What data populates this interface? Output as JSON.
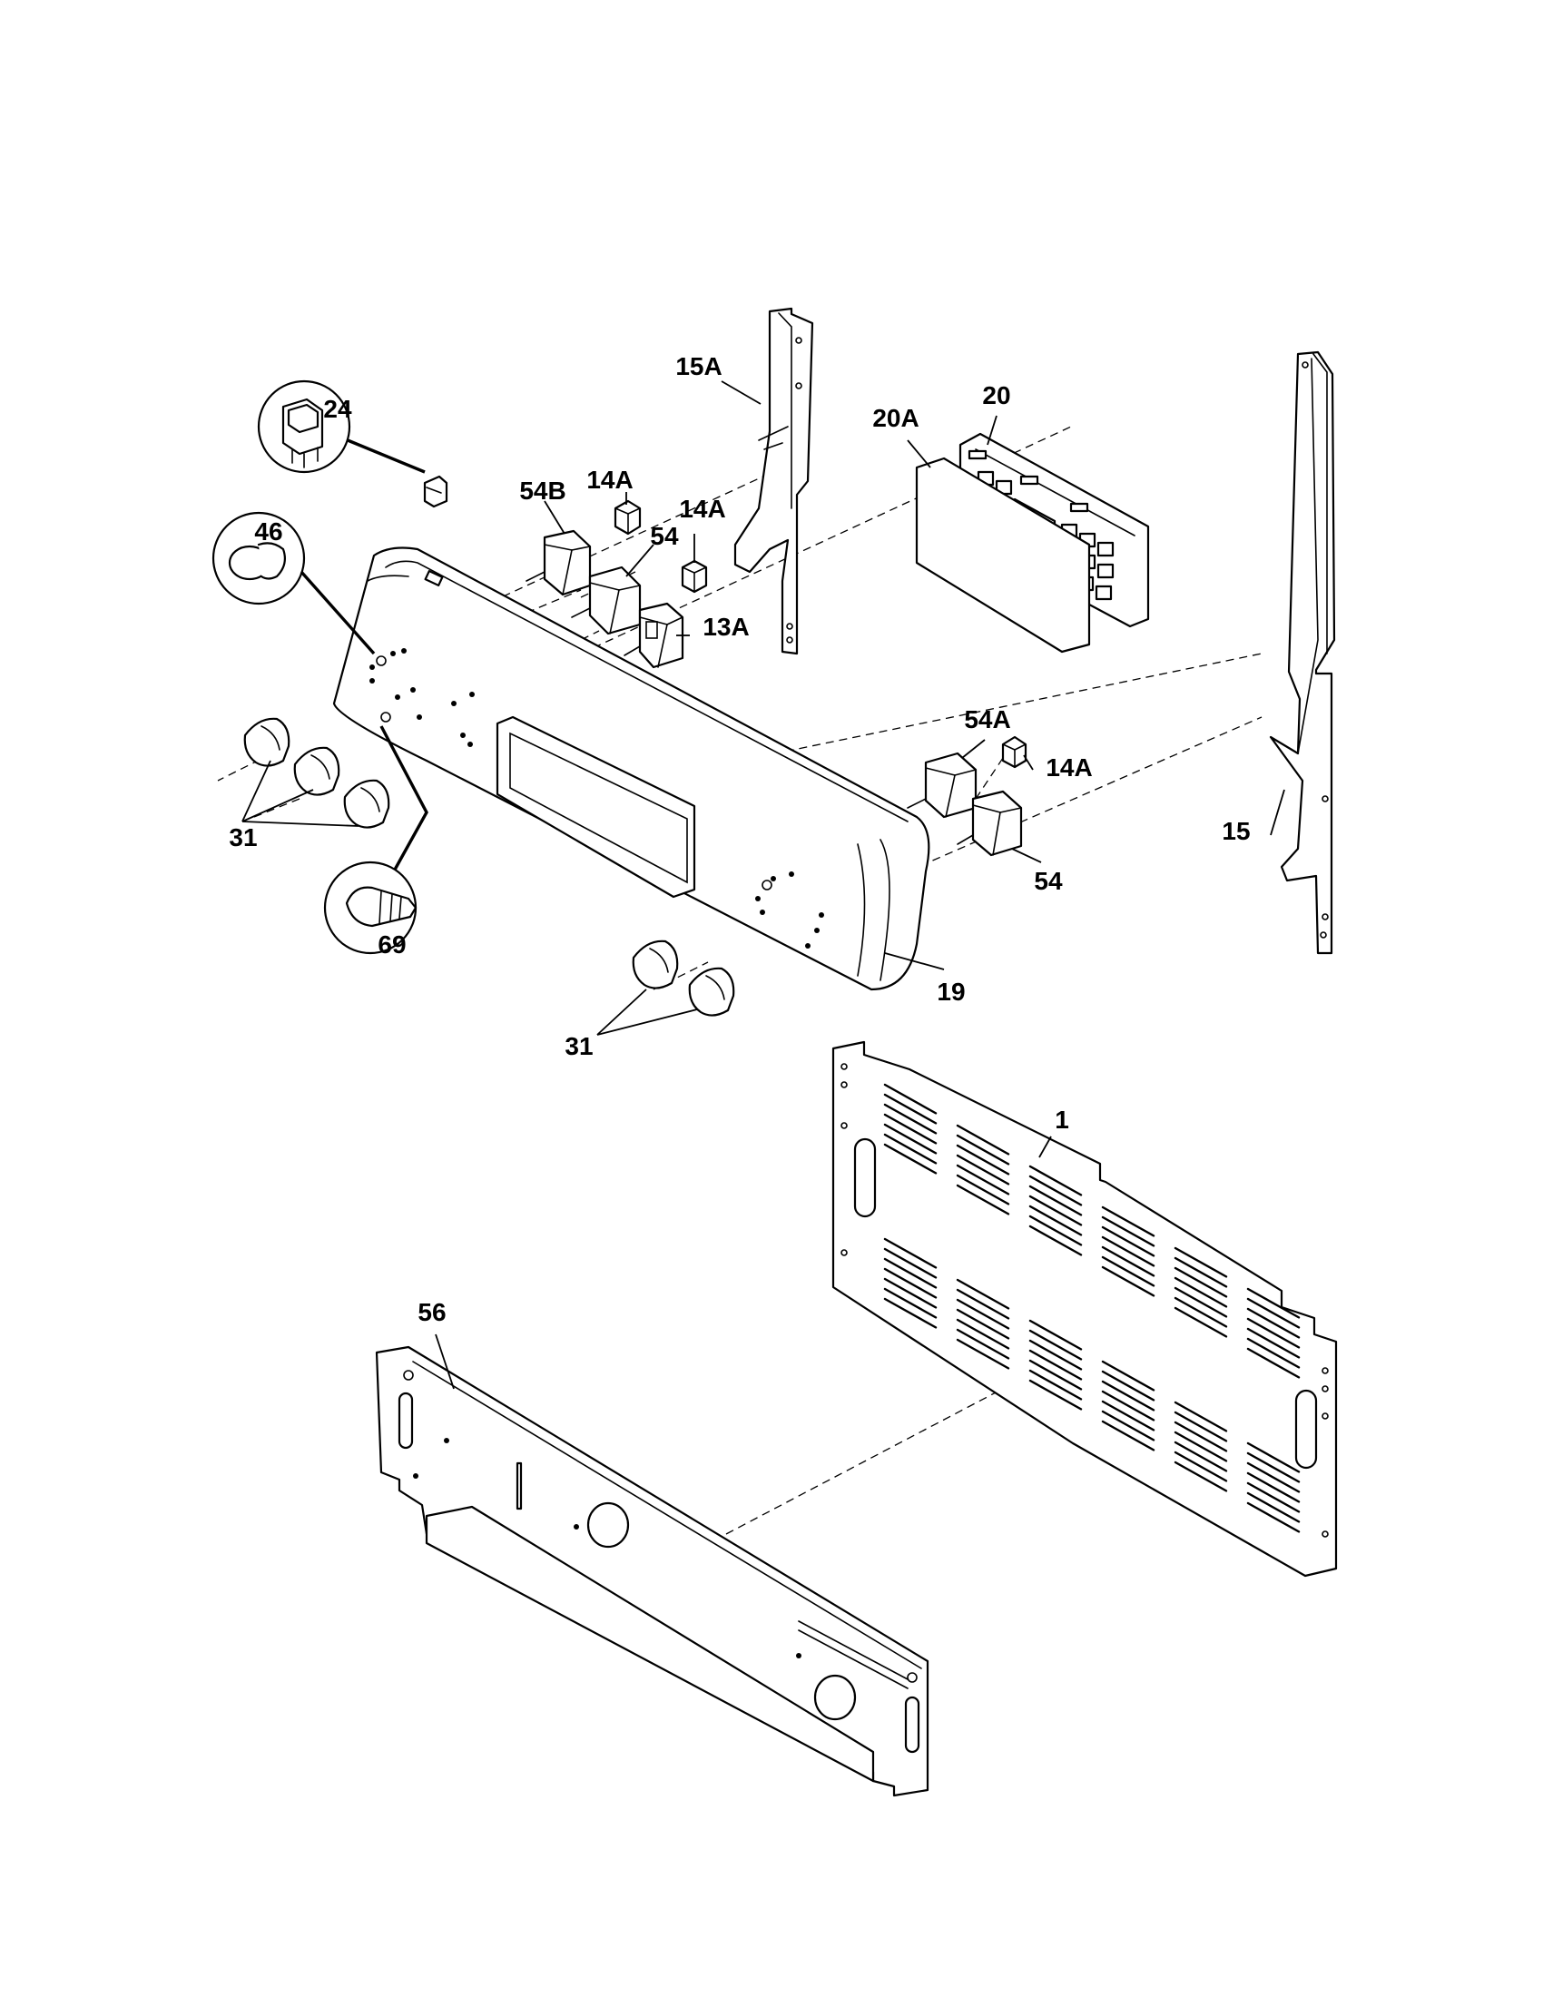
{
  "colors": {
    "line": "#000000",
    "background": "#ffffff"
  },
  "callouts": {
    "c_24": "24",
    "c_46": "46",
    "c_69": "69",
    "c_31_left": "31",
    "c_31_right": "31",
    "c_54B": "54B",
    "c_14A_1": "14A",
    "c_14A_2": "14A",
    "c_14A_3": "14A",
    "c_54_upper": "54",
    "c_54_lower": "54",
    "c_13A": "13A",
    "c_15A": "15A",
    "c_15": "15",
    "c_20": "20",
    "c_20A": "20A",
    "c_54A": "54A",
    "c_19": "19",
    "c_1": "1",
    "c_56": "56"
  }
}
